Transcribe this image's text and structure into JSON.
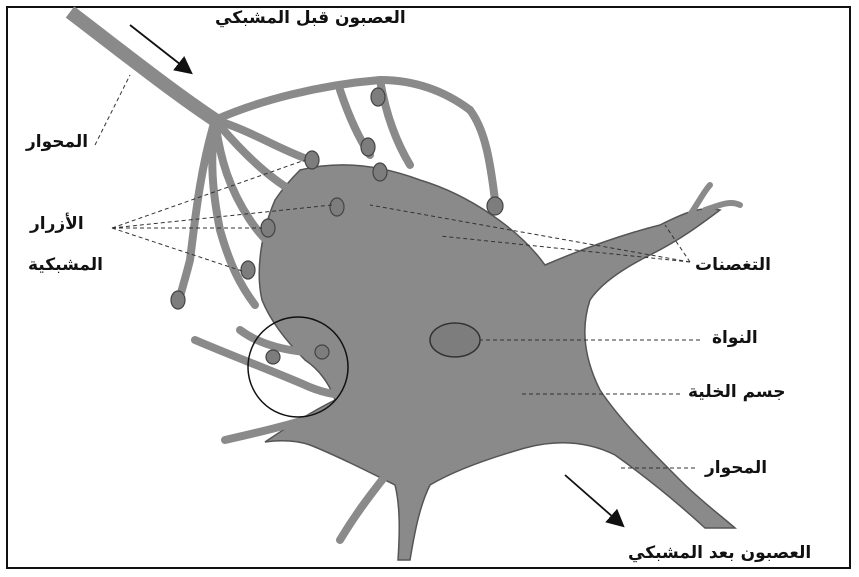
{
  "labels": {
    "presynaptic": "العصبون قبل المشبكي",
    "axon_top": "المحوار",
    "buttons_line1": "الأزرار",
    "buttons_line2": "المشبكية",
    "dendrites": "التغصنات",
    "nucleus": "النواة",
    "cell_body": "جسم الخلية",
    "axon_bottom": "المحوار",
    "postsynaptic": "العصبون بعد المشبكي"
  },
  "colors": {
    "cell": "#8a8a8a",
    "outline": "#555555",
    "button": "#7d7d7d",
    "text": "#111111"
  }
}
